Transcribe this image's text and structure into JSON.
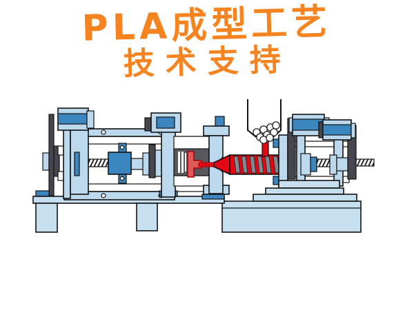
{
  "title": {
    "line1": "PLA成型工艺",
    "line2": "技术支持"
  },
  "colors": {
    "orange": "#F5831F",
    "light_blue": "#BCD8EC",
    "mid_blue": "#3C86C0",
    "pale_blue": "#C6E0F1",
    "dark_gray": "#46464E",
    "mold_gray": "#57575E",
    "red": "#E30613",
    "part_red": "#DC5A5A",
    "part_outline": "#B00008",
    "steel_white": "#FFFFFF",
    "outline": "#111111"
  },
  "illustration": {
    "subject": "injection-molding-machine",
    "hopper_pellet_count": 9,
    "components": [
      "machine-bed",
      "clamping-frame",
      "toggle-crosshead",
      "ball-screw",
      "rear-platen",
      "moving-platen",
      "mold",
      "molded-part",
      "fixed-platen",
      "nozzle",
      "barrel-screw",
      "feed-throat",
      "hopper",
      "pellets",
      "injection-drive-unit",
      "motors",
      "injection-base-block"
    ]
  }
}
